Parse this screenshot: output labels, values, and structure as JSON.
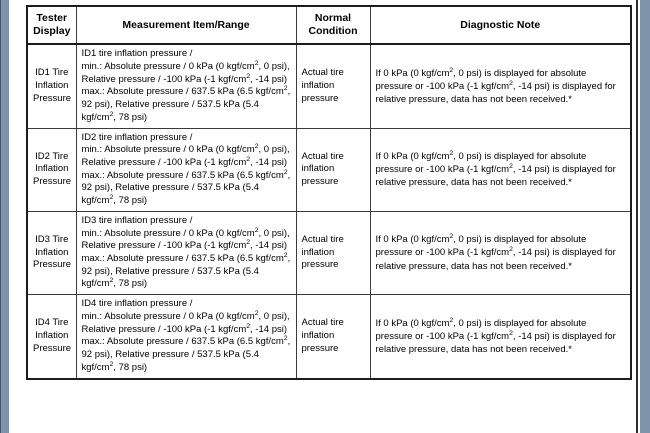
{
  "document": {
    "type": "specification-table",
    "columns": [
      {
        "key": "tester_display",
        "label": "Tester\nDisplay"
      },
      {
        "key": "measurement_item_range",
        "label": "Measurement Item/Range"
      },
      {
        "key": "normal_condition",
        "label": "Normal\nCondition"
      },
      {
        "key": "diagnostic_note",
        "label": "Diagnostic Note"
      }
    ],
    "column_labels": {
      "tester_display_line1": "Tester",
      "tester_display_line2": "Display",
      "measurement_item_range": "Measurement Item/Range",
      "normal_condition_line1": "Normal",
      "normal_condition_line2": "Condition",
      "diagnostic_note": "Diagnostic Note"
    },
    "rows": [
      {
        "tester_display": "ID1 Tire Inflation Pressure",
        "tester_display_lines": [
          "ID1 Tire",
          "Inflation",
          "Pressure"
        ],
        "measurement_title": "ID1 tire inflation pressure /",
        "measurement_min": "min.: Absolute pressure / 0 kPa (0 kgf/cm2, 0 psi), Relative pressure / -100 kPa (-1 kgf/cm2, -14 psi)",
        "measurement_max": "max.: Absolute pressure / 637.5 kPa (6.5 kgf/cm2, 92 psi), Relative pressure / 537.5 kPa (5.4 kgf/cm2, 78 psi)",
        "normal_condition": "Actual tire inflation pressure",
        "diagnostic_note": "If 0 kPa (0 kgf/cm2, 0 psi) is displayed for absolute pressure or -100 kPa (-1 kgf/cm2, -14 psi) is displayed for relative pressure, data has not been received.*"
      },
      {
        "tester_display": "ID2 Tire Inflation Pressure",
        "tester_display_lines": [
          "ID2 Tire",
          "Inflation",
          "Pressure"
        ],
        "measurement_title": "ID2 tire inflation pressure /",
        "measurement_min": "min.: Absolute pressure / 0 kPa (0 kgf/cm2, 0 psi), Relative pressure / -100 kPa (-1 kgf/cm2, -14 psi)",
        "measurement_max": "max.: Absolute pressure / 637.5 kPa (6.5 kgf/cm2, 92 psi), Relative pressure / 537.5 kPa (5.4 kgf/cm2, 78 psi)",
        "normal_condition": "Actual tire inflation pressure",
        "diagnostic_note": "If 0 kPa (0 kgf/cm2, 0 psi) is displayed for absolute pressure or -100 kPa (-1 kgf/cm2, -14 psi) is displayed for relative pressure, data has not been received.*"
      },
      {
        "tester_display": "ID3 Tire Inflation Pressure",
        "tester_display_lines": [
          "ID3 Tire",
          "Inflation",
          "Pressure"
        ],
        "measurement_title": "ID3 tire inflation pressure /",
        "measurement_min": "min.: Absolute pressure / 0 kPa (0 kgf/cm2, 0 psi), Relative pressure / -100 kPa (-1 kgf/cm2, -14 psi)",
        "measurement_max": "max.: Absolute pressure / 637.5 kPa (6.5 kgf/cm2, 92 psi), Relative pressure / 537.5 kPa (5.4 kgf/cm2, 78 psi)",
        "normal_condition": "Actual tire inflation pressure",
        "diagnostic_note": "If 0 kPa (0 kgf/cm2, 0 psi) is displayed for absolute pressure or -100 kPa (-1 kgf/cm2, -14 psi) is displayed for relative pressure, data has not been received.*"
      },
      {
        "tester_display": "ID4 Tire Inflation Pressure",
        "tester_display_lines": [
          "ID4 Tire",
          "Inflation",
          "Pressure"
        ],
        "measurement_title": "ID4 tire inflation pressure /",
        "measurement_min": "min.: Absolute pressure / 0 kPa (0 kgf/cm2, 0 psi), Relative pressure / -100 kPa (-1 kgf/cm2, -14 psi)",
        "measurement_max": "max.: Absolute pressure / 637.5 kPa (6.5 kgf/cm2, 92 psi), Relative pressure / 537.5 kPa (5.4 kgf/cm2, 78 psi)",
        "normal_condition": "Actual tire inflation pressure",
        "diagnostic_note": "If 0 kPa (0 kgf/cm2, 0 psi) is displayed for absolute pressure or -100 kPa (-1 kgf/cm2, -14 psi) is displayed for relative pressure, data has not been received.*"
      }
    ]
  },
  "colors": {
    "page_background": "#ffffff",
    "table_border": "#1c1c1c",
    "cell_border": "#3a3a3a",
    "text": "#000000",
    "edge_strip": "#7f93ad"
  }
}
